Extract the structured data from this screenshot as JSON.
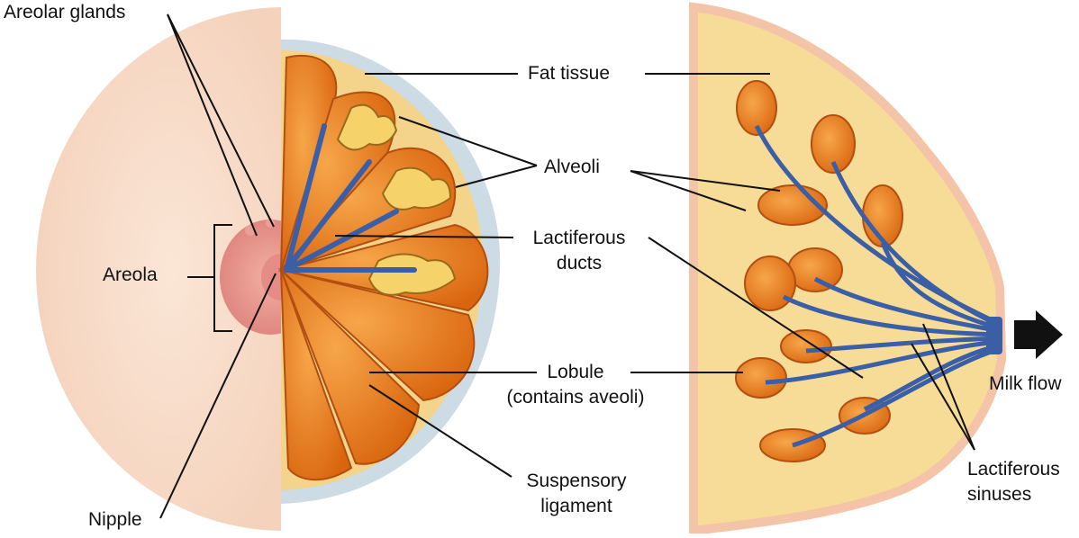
{
  "labels": {
    "areolar_glands": "Areolar glands",
    "areola": "Areola",
    "nipple": "Nipple",
    "fat_tissue": "Fat tissue",
    "alveoli": "Alveoli",
    "lactiferous_ducts_line1": "Lactiferous",
    "lactiferous_ducts_line2": "ducts",
    "lobule_line1": "Lobule",
    "lobule_line2": "(contains aveoli)",
    "suspensory_line1": "Suspensory",
    "suspensory_line2": "ligament",
    "milk_flow": "Milk flow",
    "lactiferous_sinuses_line1": "Lactiferous",
    "lactiferous_sinuses_line2": "sinuses"
  },
  "colors": {
    "skin": "#f8dcc8",
    "areola": "#e8908a",
    "fat": "#f6dc96",
    "lobule": "#e8781c",
    "duct": "#3a5fa6",
    "ligament": "#c9d8e2",
    "arrow": "#111111"
  }
}
